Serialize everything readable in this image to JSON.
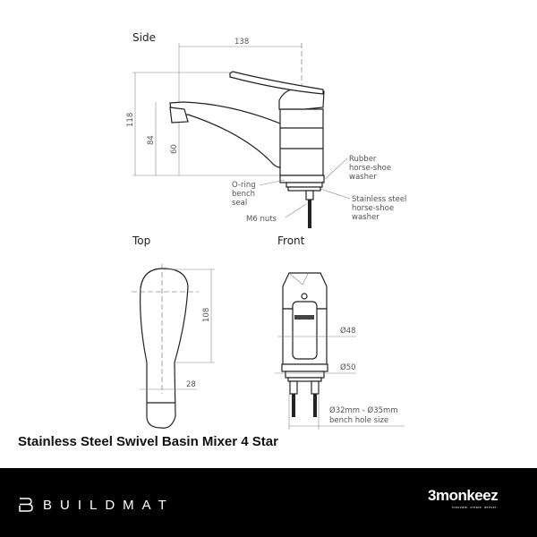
{
  "views": {
    "side": {
      "label": "Side",
      "dims": {
        "width": "138",
        "height": "118",
        "spout_top": "84",
        "spout_outlet": "60"
      },
      "notes": {
        "rubber_washer": [
          "Rubber",
          "horse-shoe",
          "washer"
        ],
        "oring": [
          "O-ring",
          "bench",
          "seal"
        ],
        "steel_washer": [
          "Stainless steel",
          "horse-shoe",
          "washer"
        ],
        "nuts": "M6 nuts"
      }
    },
    "top": {
      "label": "Top",
      "dims": {
        "length": "108",
        "width": "28"
      }
    },
    "front": {
      "label": "Front",
      "dims": {
        "body": "Ø48",
        "base": "Ø50"
      },
      "notes": [
        "Ø32mm - Ø35mm",
        "bench hole size"
      ]
    }
  },
  "product_title": "Stainless Steel Swivel Basin Mixer 4 Star",
  "footer": {
    "brand": "BUILDMAT",
    "partner_logo": "3monkeez",
    "partner_tagline": "innovate. create. deliver.",
    "background": "#000000"
  }
}
